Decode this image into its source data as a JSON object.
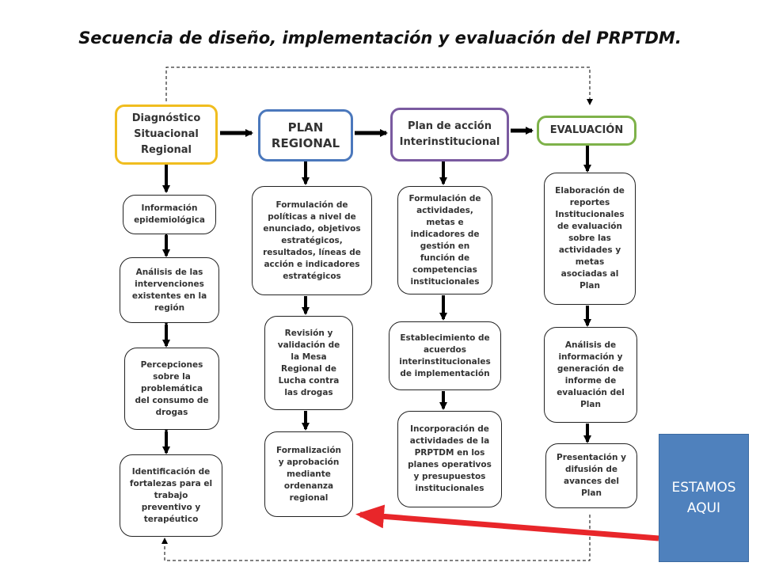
{
  "title": "Secuencia de diseño, implementación y evaluación del PRPTDM.",
  "headers": {
    "diagnostico": "Diagnóstico\nSituacional\nRegional",
    "plan": "PLAN\nREGIONAL",
    "accion": "Plan de acción\nInterinstitucional",
    "evaluacion": "EVALUACIÓN"
  },
  "diagnostico": [
    "Información\nepidemiológica",
    "Análisis de las\nintervenciones\nexistentes en la\nregión",
    "Percepciones\nsobre la\nproblemática\ndel consumo de\ndrogas",
    "Identificación de\nfortalezas para el\ntrabajo\npreventivo y\nterapéutico"
  ],
  "plan": [
    "Formulación de\npolíticas a nivel de\nenunciado, objetivos\nestratégicos,\nresultados, líneas de\nacción e indicadores\nestratégicos",
    "Revisión y\nvalidación de\nla Mesa\nRegional de\nLucha contra\nlas drogas",
    "Formalización\ny aprobación\nmediante\nordenanza\nregional"
  ],
  "accion": [
    "Formulación de\nactividades,\nmetas e\nindicadores de\ngestión en\nfunción de\ncompetencias\ninstitucionales",
    "Establecimiento de\nacuerdos\ninterinstitucionales\nde implementación",
    "Incorporación de\nactividades de la\nPRPTDM en los\nplanes operativos\ny presupuestos\ninstitucionales"
  ],
  "evaluacion": [
    "Elaboración de\nreportes\nInstitucionales\nde evaluación\nsobre las\nactividades y\nmetas\nasociadas al\nPlan",
    "Análisis de\ninformación y\ngeneración de\ninforme de\nevaluación del\nPlan",
    "Presentación y\ndifusión de\navances del\nPlan"
  ],
  "callout": "ESTAMOS\nAQUI",
  "colors": {
    "diagnostico": "#f0bd1f",
    "plan": "#4b78bc",
    "accion": "#7a5aa0",
    "evaluacion": "#7eb24a",
    "callout": "#4f81bd",
    "pointer": "#e8262a"
  }
}
